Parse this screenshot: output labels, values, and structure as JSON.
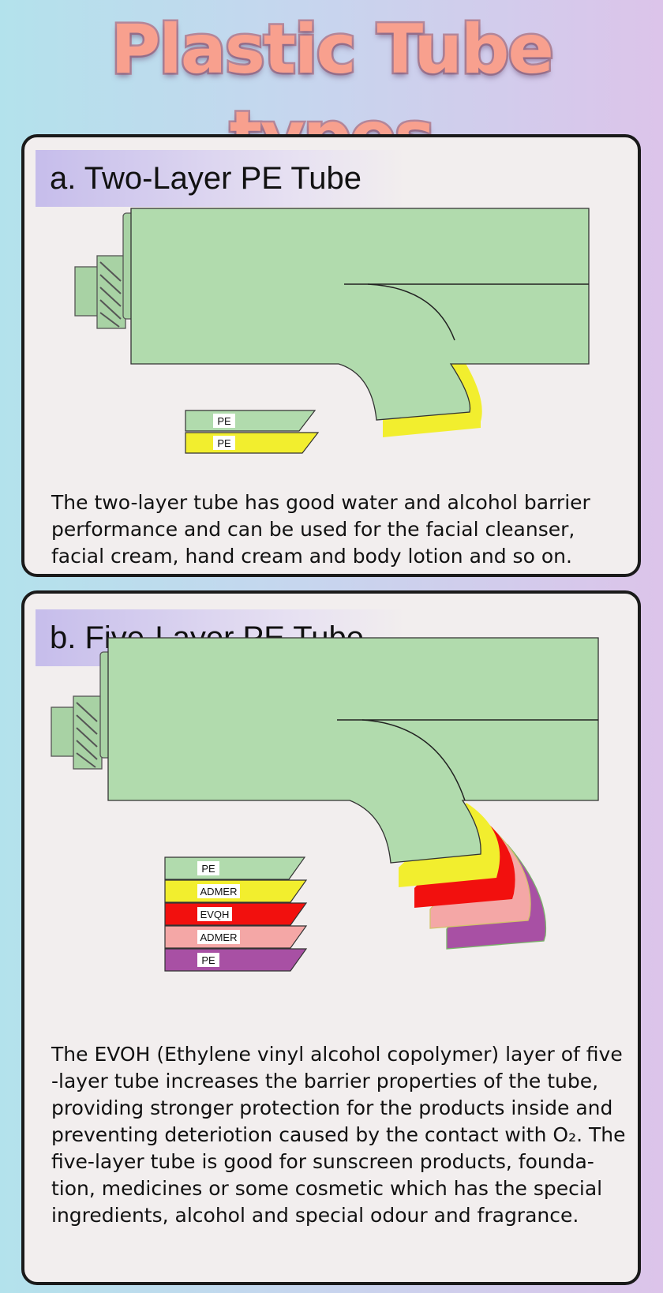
{
  "title": "Plastic Tube types",
  "sections": [
    {
      "heading": "a. Two-Layer PE Tube",
      "layers": [
        "PE",
        "PE"
      ],
      "description": "The two-layer tube has good water and alcohol barrier performance and can be used for the facial cleanser, facial cream, hand cream and body lotion and so on."
    },
    {
      "heading": "b. Five-Layer PE Tube",
      "layers": [
        "PE",
        "ADMER",
        "EVQH",
        "ADMER",
        "PE"
      ],
      "description": "The EVOH (Ethylene vinyl alcohol copolymer) layer of five -layer tube increases the barrier properties of the tube, providing stronger protection for the products inside and preventing deteriotion caused by the contact with O₂. The five-layer tube is good for sunscreen products, founda- tion, medicines or some cosmetic which has the special ingredients, alcohol and special odour and fragrance."
    }
  ],
  "colors": {
    "tube_green": "#b1dbad",
    "yellow": "#f2ee2e",
    "red": "#f2100e",
    "pink": "#f4a7a6",
    "purple": "#a850a4"
  }
}
